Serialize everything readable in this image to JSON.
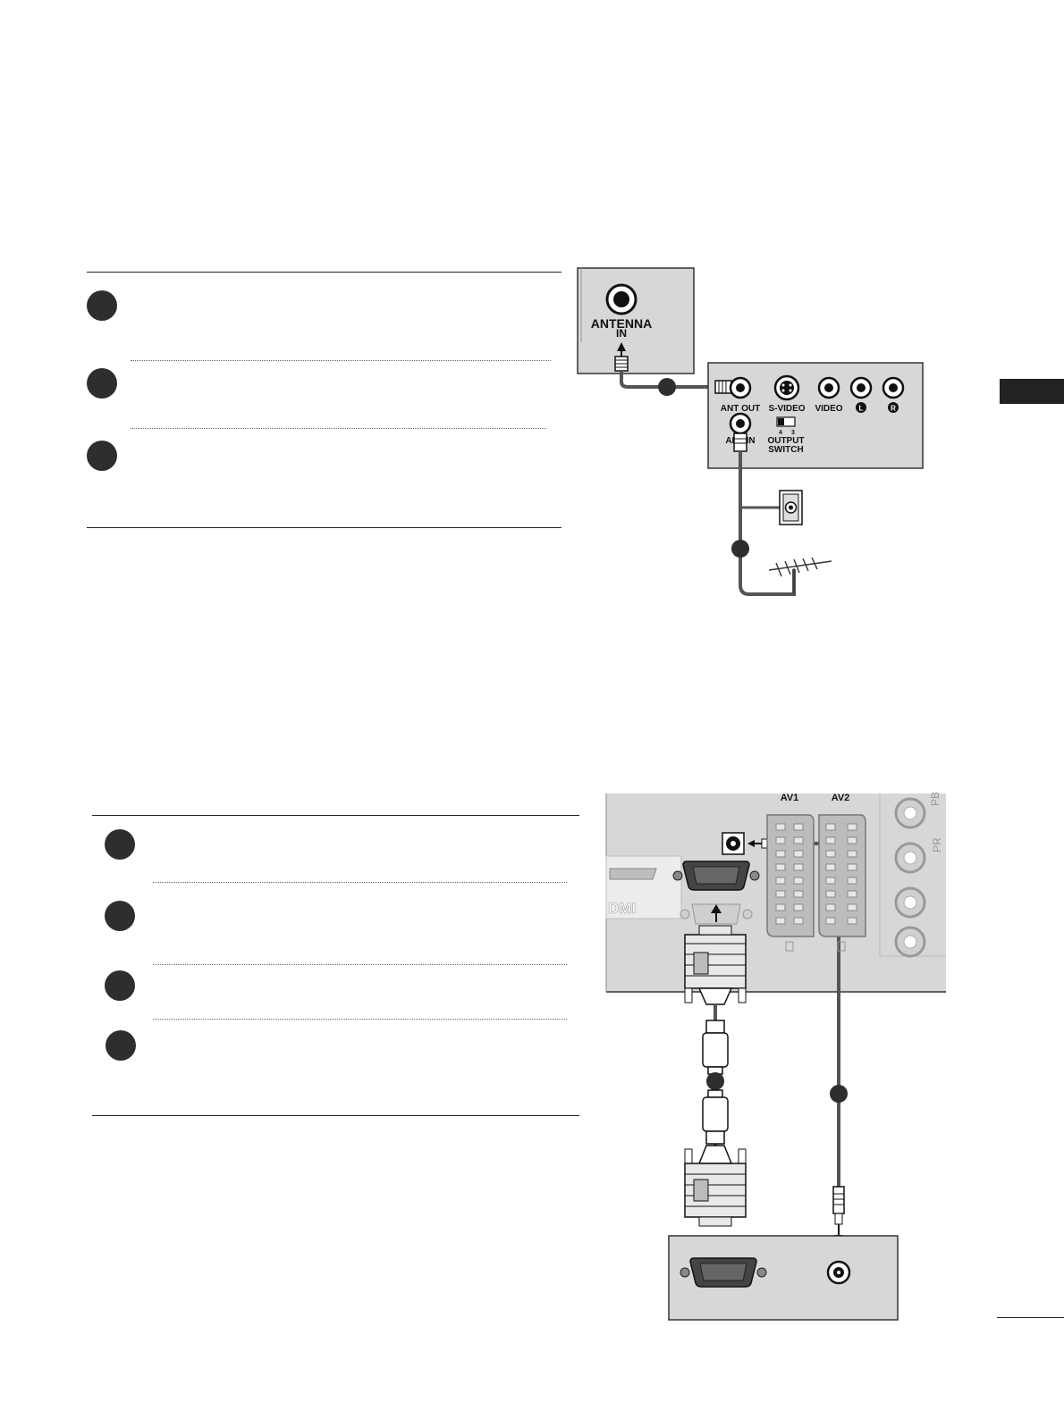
{
  "antenna_diagram": {
    "tv_port_line1": "ANTENNA",
    "tv_port_line2": "IN",
    "vcr_labels": {
      "ant_out": "ANT OUT",
      "s_video": "S-VIDEO",
      "video": "VIDEO",
      "left": "L",
      "right": "R",
      "ant_in": "ANT IN",
      "switch_ch4": "4",
      "switch_ch3": "3",
      "output_switch_line1": "OUTPUT",
      "output_switch_line2": "SWITCH"
    }
  },
  "pc_diagram": {
    "scart_av1": "AV1",
    "scart_av2": "AV2",
    "comp_pb": "PB",
    "comp_pr": "PR",
    "hdmi_fragment": "DMI"
  },
  "colors": {
    "panel": "#d7d7d7",
    "panel_border": "#333333",
    "ink": "#1a1a1a",
    "cable": "#555555"
  }
}
